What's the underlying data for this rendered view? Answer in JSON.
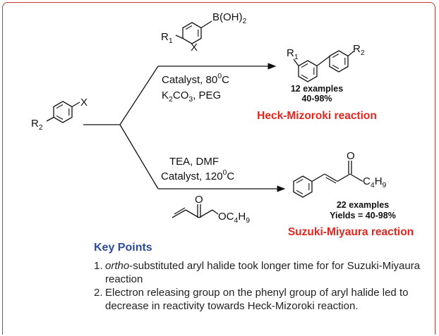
{
  "scheme": {
    "start_material": {
      "substituent": "R",
      "substituent_sub": "2",
      "leaving_group": "X"
    },
    "top_reagent": {
      "substituent": "R",
      "substituent_sub": "1",
      "group": "B(OH)",
      "group_sub": "2",
      "ring_atom": "X"
    },
    "top_conditions": {
      "line1_a": "Catalyst, 80",
      "line1_sup": "0",
      "line1_b": "C",
      "line2_a": "K",
      "line2_sub": "2",
      "line2_b": "CO",
      "line2_sub2": "3",
      "line2_c": ", PEG"
    },
    "top_product": {
      "r1": "R",
      "r1_sub": "1",
      "r2": "R",
      "r2_sub": "2",
      "examples": "12 examples",
      "yield": "40-98%",
      "reaction_name": "Heck-Mizoroki reaction"
    },
    "bottom_conditions": {
      "line1": "TEA, DMF",
      "line2_a": "Catalyst, 120",
      "line2_sup": "0",
      "line2_b": "C"
    },
    "bottom_reagent": {
      "group_a": "OC",
      "group_sub": "4",
      "group_b": "H",
      "group_sub2": "9"
    },
    "bottom_product": {
      "oxygen": "O",
      "group_a": "C",
      "group_sub": "4",
      "group_b": "H",
      "group_sub2": "9",
      "examples": "22 examples",
      "yield": "Yields = 40-98%",
      "reaction_name": "Suzuki-Miyaura reaction"
    }
  },
  "key_points": {
    "title": "Key Points",
    "items": [
      {
        "num": "1.",
        "em": "ortho",
        "text": "-substituted aryl halide took longer time for for Suzuki-Miyaura reaction"
      },
      {
        "num": "2.",
        "em": "",
        "text": "Electron  releasing group on the phenyl group of aryl halide led to decrease in reactivity towards Heck-Mizoroki reaction."
      }
    ]
  },
  "colors": {
    "frame": "#c0392b",
    "reaction_name": "#e8241c",
    "key_points_title": "#2e4a9c"
  }
}
